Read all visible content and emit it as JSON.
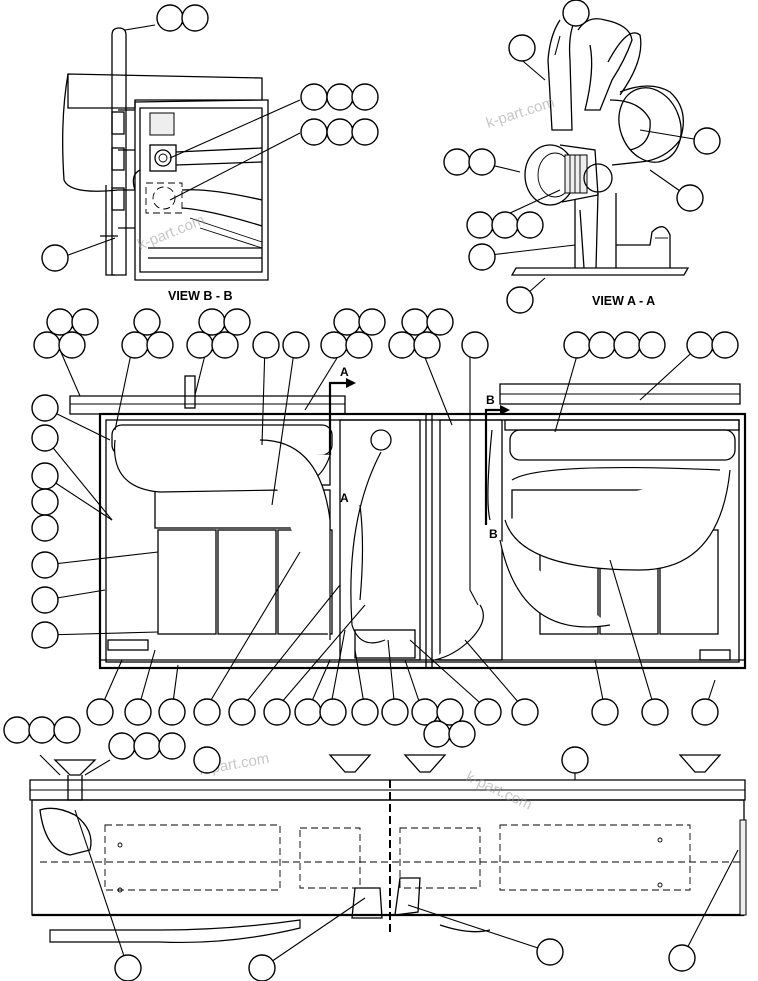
{
  "views": {
    "view_b": "VIEW B - B",
    "view_a": "VIEW A - A"
  },
  "section_arrows": {
    "a_top": "A",
    "a_side": "A",
    "b_top": "B",
    "b_side": "B"
  },
  "watermarks": [
    "k-part.com",
    "k-part.com",
    "k-part.com",
    "k-part.com"
  ]
}
